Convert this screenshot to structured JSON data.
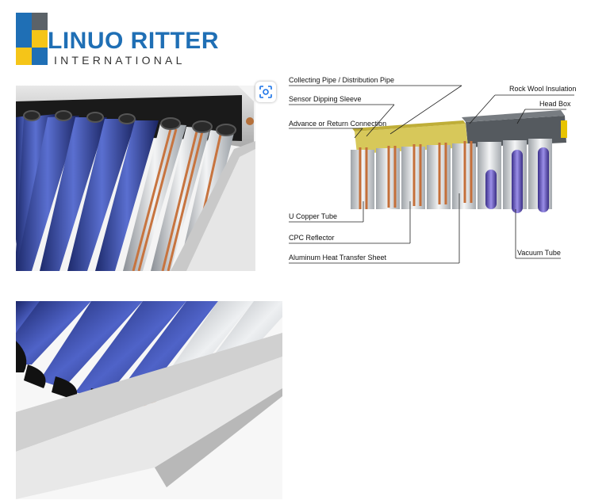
{
  "logo": {
    "name": "LINUO RITTER",
    "subtitle": "INTERNATIONAL",
    "colors": {
      "blue": "#1f6fb5",
      "yellow": "#f5c518",
      "gray": "#5b6268"
    }
  },
  "visual_search": {
    "icon": "lens-scan-icon"
  },
  "diagram": {
    "labels": {
      "collecting_pipe": "Collecting Pipe / Distribution Pipe",
      "sensor_sleeve": "Sensor Dipping Sleeve",
      "advance_return": "Advance or Return Connection",
      "rock_wool": "Rock Wool Insulation",
      "head_box": "Head Box",
      "u_copper": "U Copper Tube",
      "cpc": "CPC Reflector",
      "aluminum": "Aluminum Heat Transfer Sheet",
      "vacuum": "Vacuum Tube"
    }
  }
}
